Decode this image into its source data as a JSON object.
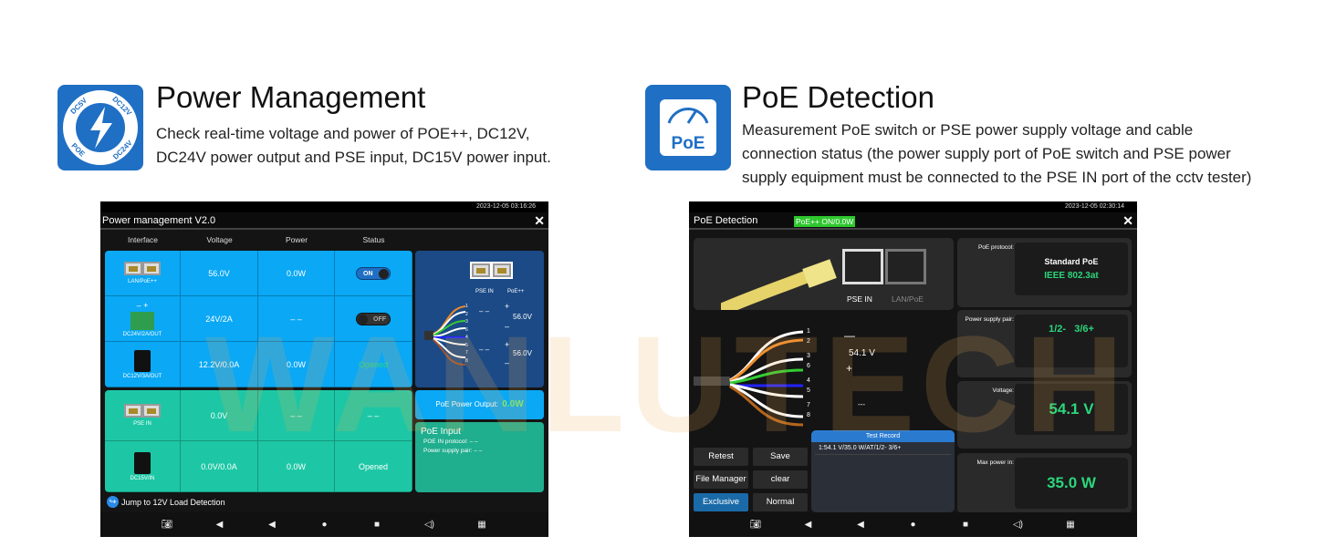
{
  "left_feature": {
    "title": "Power Management",
    "description_lines": [
      "Check real-time voltage and power of POE++, DC12V,",
      "DC24V power output and PSE input, DC15V power input."
    ],
    "icon": "dc-voltage-dial-icon",
    "icon_text": [
      "DC5V",
      "DC12V",
      "DC24V",
      "POE"
    ]
  },
  "right_feature": {
    "title": "PoE Detection",
    "description_lines": [
      "Measurement PoE switch or PSE power supply voltage and cable",
      "connection status (the power supply port of PoE switch and PSE power",
      "supply equipment must be connected to the PSE IN port of the cctv tester)"
    ],
    "icon": "poe-gauge-icon",
    "icon_text": "PoE"
  },
  "watermark": "WANLUTECH",
  "power_screen": {
    "status_time": "2023-12-05 03:16:26",
    "title": "Power management V2.0",
    "columns": [
      "Interface",
      "Voltage",
      "Power",
      "Status"
    ],
    "rows": [
      {
        "interface": "LAN/PoE++",
        "voltage": "56.0V",
        "power": "0.0W",
        "status": "ON",
        "status_type": "toggle-on"
      },
      {
        "interface": "DC24V/2A/OUT",
        "voltage": "24V/2A",
        "power": "– –",
        "status": "OFF",
        "status_type": "toggle-off"
      },
      {
        "interface": "DC12V/3A/OUT",
        "voltage": "12.2V/0.0A",
        "power": "0.0W",
        "status": "Opened",
        "status_type": "text-green"
      },
      {
        "interface": "PSE IN",
        "voltage": "0.0V",
        "power": "– –",
        "status": "– –",
        "status_type": "text"
      },
      {
        "interface": "DC15V/IN",
        "voltage": "0.0V/0.0A",
        "power": "0.0W",
        "status": "Opened",
        "status_type": "text"
      }
    ],
    "terminal_signs": "–  +",
    "ports": [
      "PSE IN",
      "PoE++"
    ],
    "pins": [
      "1",
      "2",
      "3",
      "6",
      "4",
      "5",
      "7",
      "8"
    ],
    "pair_values": [
      {
        "left": "– –",
        "plus": "+",
        "value": "56.0V",
        "minus": "–"
      },
      {
        "left": "– –",
        "plus": "+",
        "value": "56.0V",
        "minus": "–"
      }
    ],
    "poe_output_label": "PoE Power Output:",
    "poe_output_value": "0.0W",
    "poe_input": {
      "title": "PoE Input",
      "protocol_label": "POE IN protocol:",
      "protocol_value": "– –",
      "pair_label": "Power supply pair:",
      "pair_value": "– –"
    },
    "jump_link": "Jump to 12V Load Detection"
  },
  "poe_screen": {
    "status_time": "2023-12-05 02:30:14",
    "title": "PoE Detection",
    "badge": "PoE++ ON/0.0W",
    "ports": [
      "PSE IN",
      "LAN/PoE"
    ],
    "pins": [
      "1",
      "2",
      "3",
      "6",
      "4",
      "5",
      "7",
      "8"
    ],
    "pair_minus": "—",
    "voltage_reading": "54.1 V",
    "pair_plus": "+",
    "pair2": "---",
    "test_record": {
      "title": "Test Record",
      "entries": [
        "1:54.1 V/35.0 W/AT/1/2-   3/6+"
      ]
    },
    "buttons": [
      "Retest",
      "Save",
      "File Manager",
      "clear",
      "Exclusive",
      "Normal"
    ],
    "active_button": "Exclusive",
    "protocol": {
      "label": "PoE protocol:",
      "line1": "Standard PoE",
      "line2": "IEEE 802.3at"
    },
    "pair": {
      "label": "Power supply pair:",
      "value": "1/2-   3/6+"
    },
    "voltage": {
      "label": "Voltage:",
      "value": "54.1 V"
    },
    "max_power": {
      "label": "Max power in:",
      "value": "35.0 W"
    }
  },
  "nav_icons": [
    "camera-icon",
    "volume-down-icon",
    "back-icon",
    "home-icon",
    "recent-icon",
    "volume-up-icon",
    "apps-icon"
  ],
  "colors": {
    "brand_blue": "#1f6fc4",
    "row_blue": "#0aa8f5",
    "row_green": "#1dc7a5",
    "value_green": "#2bd67b"
  }
}
